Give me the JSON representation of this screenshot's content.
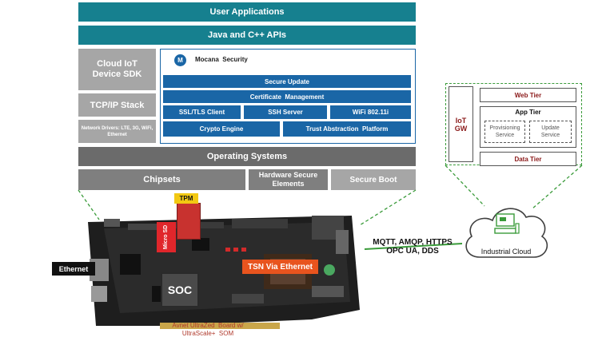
{
  "stack": {
    "user_applications": "User Applications",
    "apis": "Java and C++ APIs",
    "cloud_sdk": "Cloud IoT Device SDK",
    "tcpip": "TCP/IP Stack",
    "network_drivers": "Network Drivers: LTE, 3G, WiFi, Ethernet",
    "mocana_title": "Mocana  Security",
    "secure_update": "Secure Update",
    "cert_mgmt": "Certificate  Management",
    "ssl_tls": "SSL/TLS Client",
    "ssh": "SSH Server",
    "wifi": "WiFi 802.11i",
    "crypto": "Crypto Engine",
    "trust": "Trust Abstraction  Platform",
    "os": "Operating Systems",
    "chipsets": "Chipsets",
    "hw_secure": "Hardware Secure Elements",
    "secure_boot": "Secure Boot"
  },
  "board": {
    "tpm": "TPM",
    "micro_sd": "Micro SD",
    "ethernet": "Ethernet",
    "soc": "SOC",
    "tsn": "TSN Via Ethernet",
    "caption_line1": "Avnet UltraZed  Board w/",
    "caption_line2": "UltraScale+  SOM"
  },
  "protocols": {
    "line1": "MQTT, AMQP, HTTPS",
    "line2": "OPC UA, DDS"
  },
  "cloud": {
    "label": "Industrial Cloud"
  },
  "gateway": {
    "iot_gw": "IoT GW",
    "web_tier": "Web Tier",
    "app_tier": "App Tier",
    "provisioning": "Provisioning Service",
    "update": "Update Service",
    "data_tier": "Data Tier"
  },
  "colors": {
    "teal": "#16808f",
    "blue": "#1a66a6",
    "dark_red": "#8b1a1a",
    "orange": "#e8541e",
    "red": "#e0262b",
    "green_dash": "#3a9b3a"
  }
}
